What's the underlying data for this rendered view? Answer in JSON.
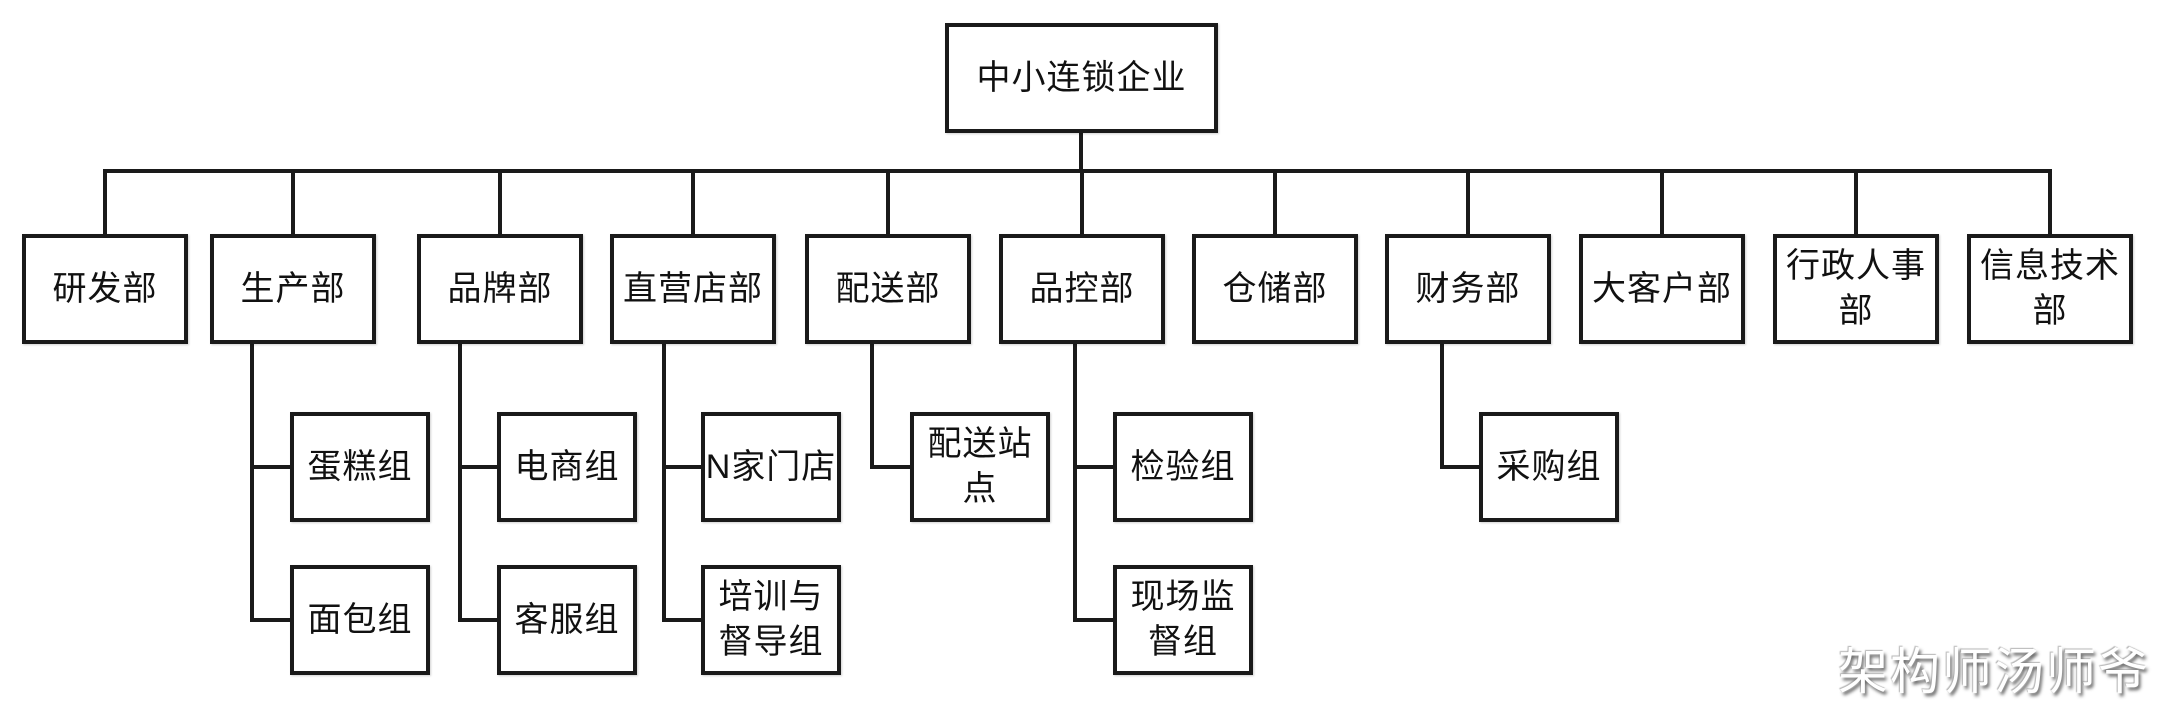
{
  "chart": {
    "type": "org-chart",
    "root": {
      "label": "中小连锁企业"
    },
    "departments": [
      {
        "label": "研发部",
        "children": []
      },
      {
        "label": "生产部",
        "children": [
          {
            "label": "蛋糕组"
          },
          {
            "label": "面包组"
          }
        ]
      },
      {
        "label": "品牌部",
        "children": [
          {
            "label": "电商组"
          },
          {
            "label": "客服组"
          }
        ]
      },
      {
        "label": "直营店部",
        "children": [
          {
            "label": "N家门店"
          },
          {
            "label": "培训与督导组"
          }
        ]
      },
      {
        "label": "配送部",
        "children": [
          {
            "label": "配送站点"
          }
        ]
      },
      {
        "label": "品控部",
        "children": [
          {
            "label": "检验组"
          },
          {
            "label": "现场监督组"
          }
        ]
      },
      {
        "label": "仓储部",
        "children": []
      },
      {
        "label": "财务部",
        "children": [
          {
            "label": "采购组"
          }
        ]
      },
      {
        "label": "大客户部",
        "children": []
      },
      {
        "label": "行政人事部",
        "children": []
      },
      {
        "label": "信息技术部",
        "children": []
      }
    ],
    "colors": {
      "line": "#1a1a1a",
      "box_border": "#1a1a1a",
      "text": "#111111",
      "background": "#ffffff",
      "watermark_fill": "#ffffff",
      "watermark_shadow": "#505050"
    }
  },
  "watermark": {
    "text": "架构师汤师爷"
  }
}
